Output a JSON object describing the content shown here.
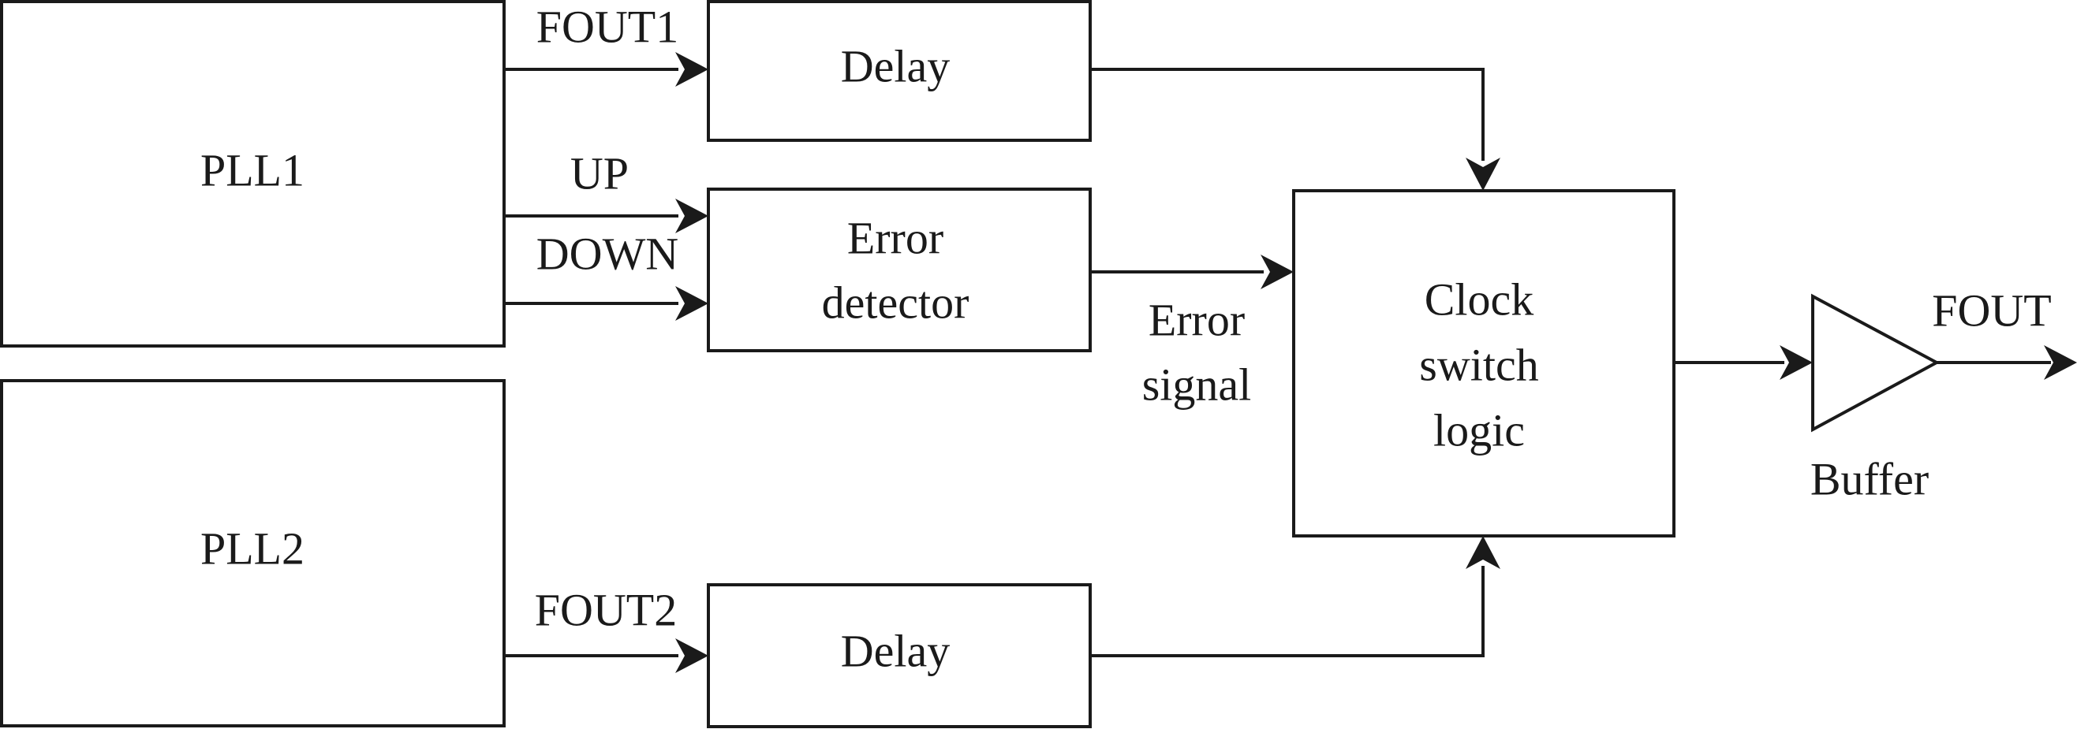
{
  "blocks": {
    "pll1": "PLL1",
    "pll2": "PLL2",
    "delay_top": "Delay",
    "delay_bottom": "Delay",
    "error_detector": [
      "Error",
      "detector"
    ],
    "clock_switch": [
      "Clock",
      "switch",
      "logic"
    ],
    "buffer": "Buffer"
  },
  "signals": {
    "fout1": "FOUT1",
    "up": "UP",
    "down": "DOWN",
    "fout2": "FOUT2",
    "error_signal": [
      "Error",
      "signal"
    ],
    "fout": "FOUT"
  }
}
